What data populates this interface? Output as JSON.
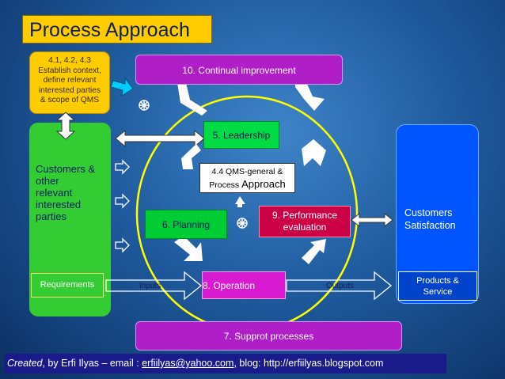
{
  "title": "Process Approach",
  "clause_box": [
    "4.1, 4.2, 4.3",
    "Establish context,",
    "define relevant",
    "interested parties",
    "& scope of QMS"
  ],
  "customers_left": [
    "Customers &",
    "other",
    "relevant",
    "interested",
    "parties"
  ],
  "requirements": "Requirements",
  "inputs": "Inputs",
  "outputs": "Outputs",
  "continual_improvement": "10. Continual improvement",
  "leadership": "5. Leadership",
  "qms_line1": "4.4 QMS-general &",
  "qms_line2a": "Process ",
  "qms_line2b": "Approach",
  "planning": "6. Planning",
  "performance": [
    "9. Performance",
    "evaluation"
  ],
  "operation": "8. Operation",
  "support": "7. Supprot processes",
  "customers_right": [
    "Customers",
    "Satisfaction"
  ],
  "products": [
    "Products &",
    "Service"
  ],
  "footer": {
    "created": "Created",
    "by": ", by Erfi Ilyas – email : ",
    "email": "erfiilyas@yahoo.com",
    "blog": ", blog: http://erfiilyas.blogspot.com"
  },
  "colors": {
    "title_bg": "#ffcc00",
    "customers_green": "#33cc33",
    "customers_blue": "#0055ff",
    "process_magenta": "#b01ec8",
    "performance_red": "#cc0044",
    "cycle_yellow": "#ffff00"
  }
}
